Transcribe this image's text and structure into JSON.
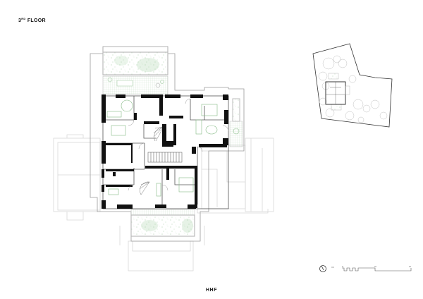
{
  "sheet": {
    "title_prefix": "3",
    "title_superscript": "RD",
    "title_suffix": " FLOOR",
    "footer_label": "HHF"
  },
  "colors": {
    "wall": "#111111",
    "line": "#8a8a8a",
    "ghost_line": "#d2d2d2",
    "planting": "#6fae6f",
    "grid": "#cfe3cf"
  },
  "drawings": {
    "floor_plan": {
      "name": "3rd floor plan",
      "rooms_visible": 8
    },
    "site_plan": {
      "name": "key site plan"
    },
    "north_arrow": {
      "icon": "north-arrow-icon"
    },
    "scale_bar": {
      "icon": "scale-bar-icon"
    }
  }
}
